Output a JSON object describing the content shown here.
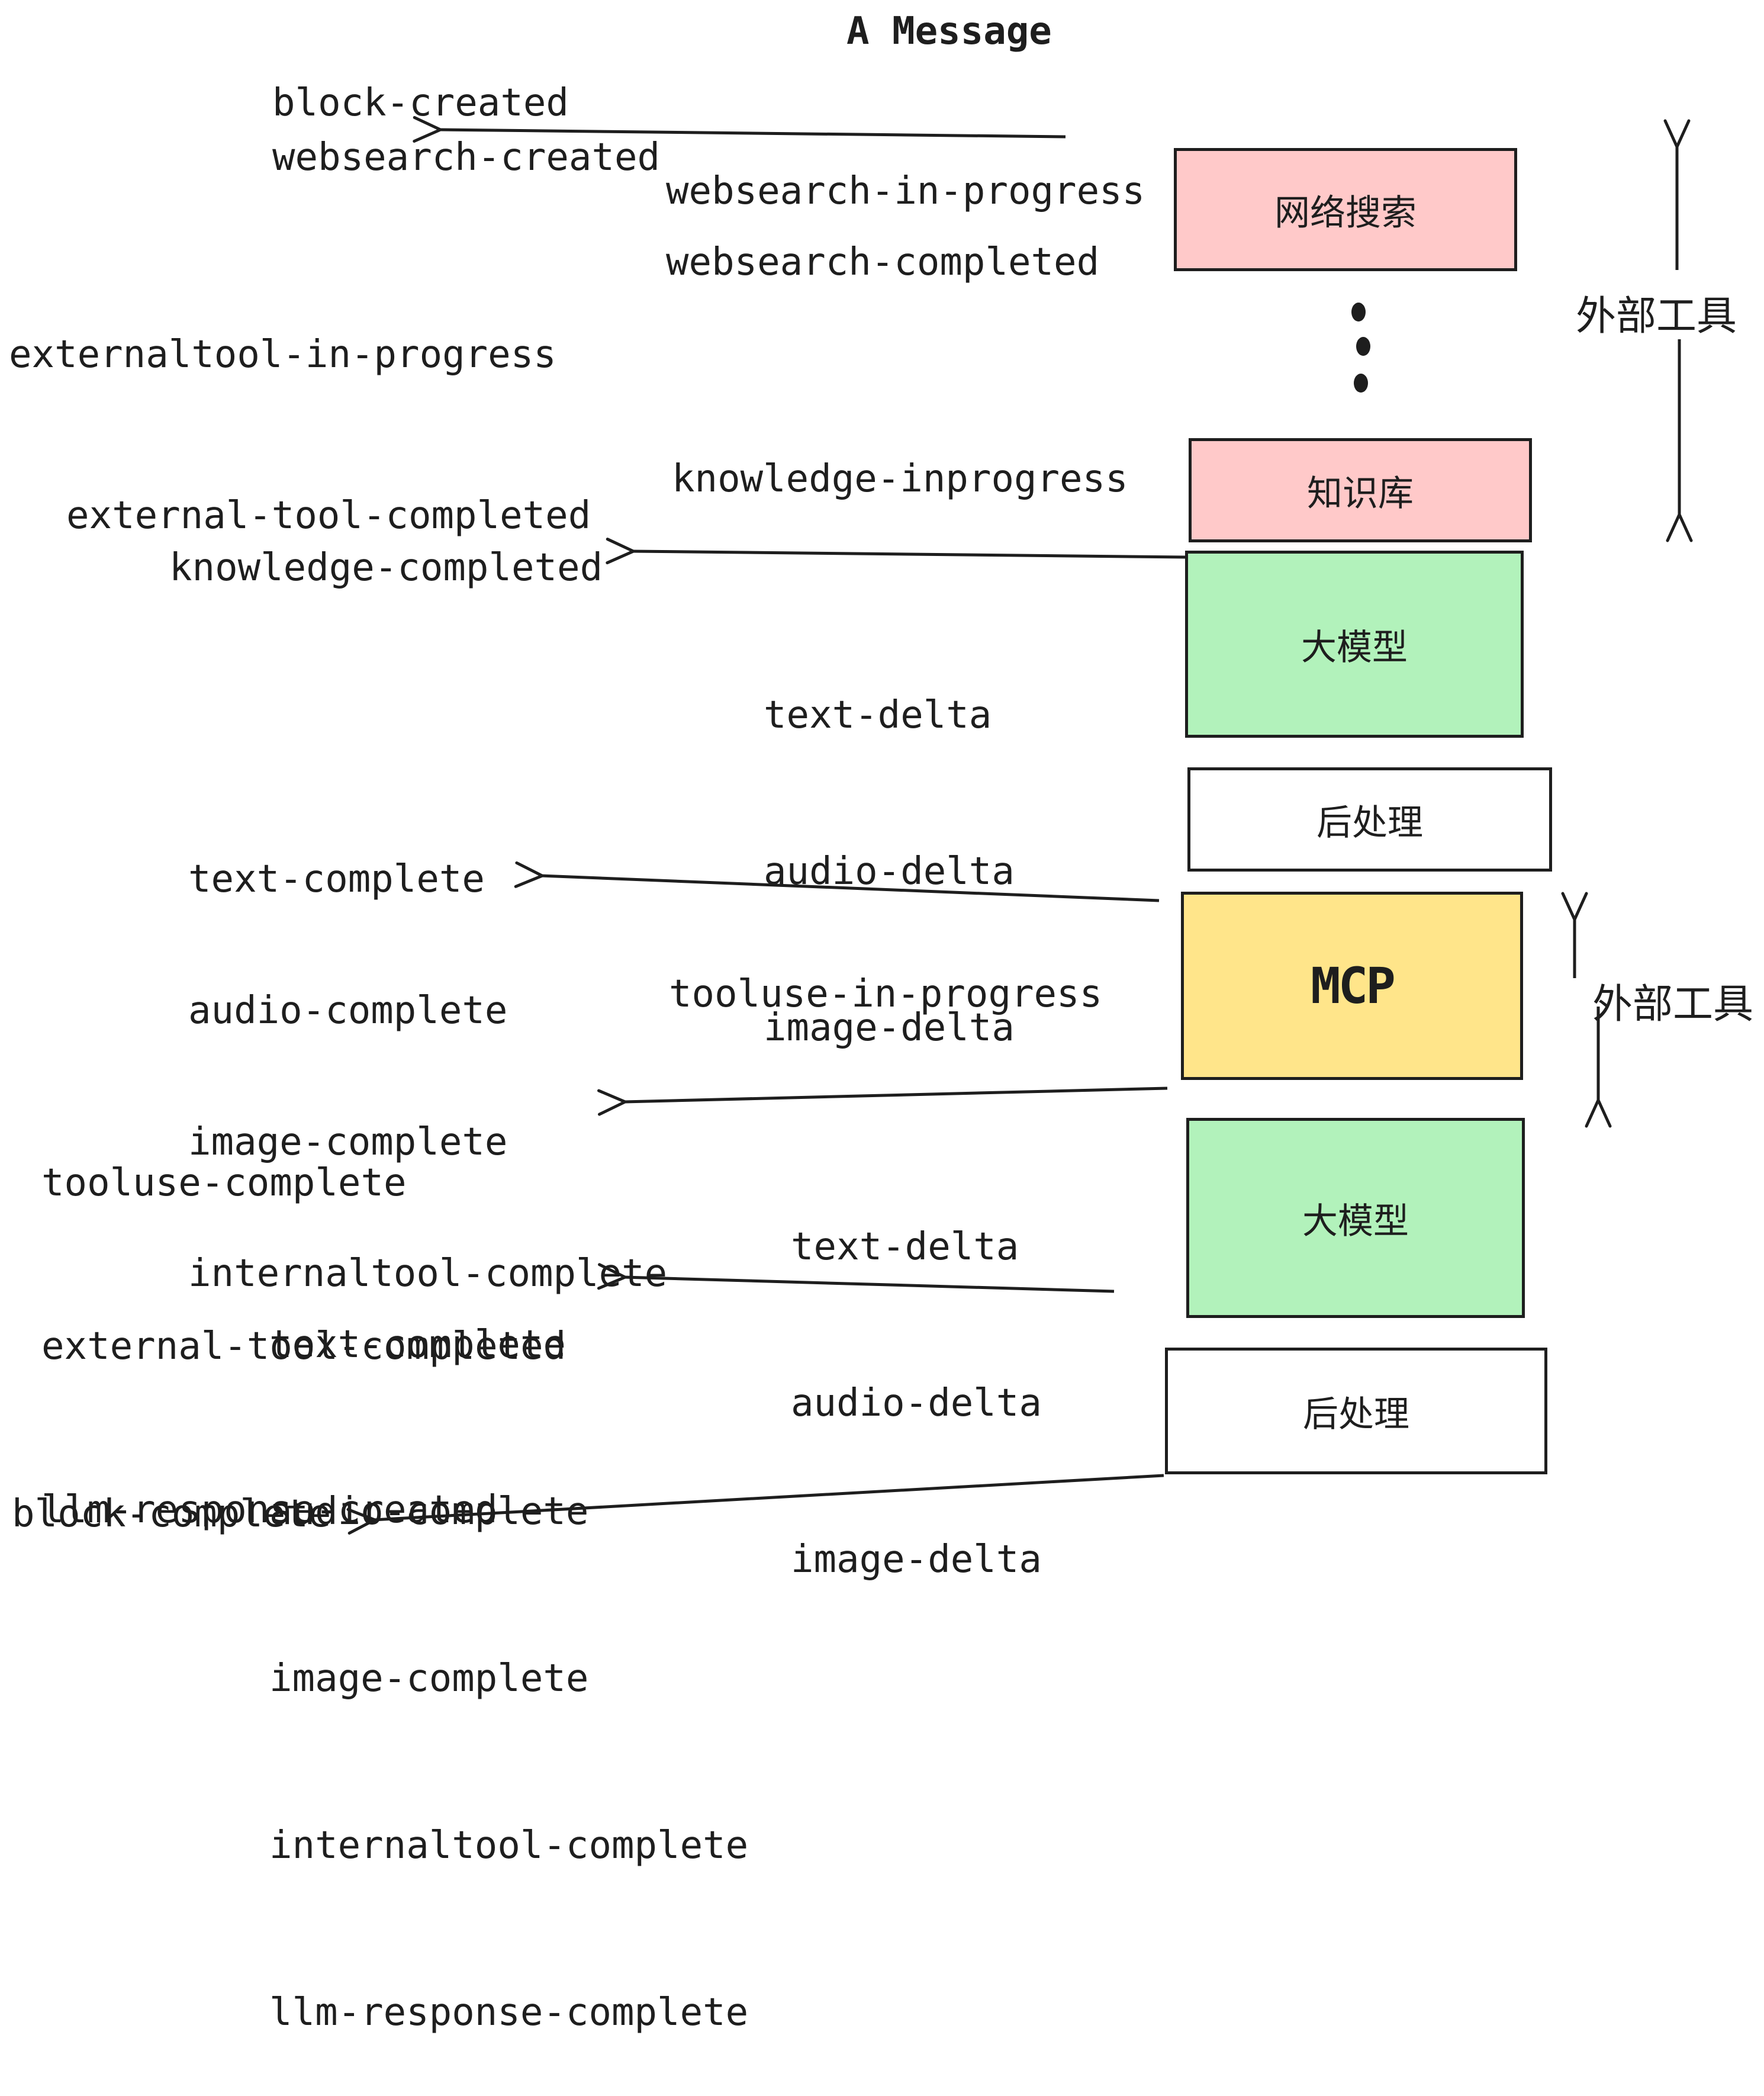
{
  "title": "A Message",
  "labels": {
    "block_created": "block-created",
    "websearch_created": "websearch-created",
    "websearch_in_progress": "websearch-in-progress",
    "websearch_completed": "websearch-completed",
    "externaltool_in_progress": "externaltool-in-progress",
    "knowledge_inprogress": "knowledge-inprogress",
    "external_tool_completed_1": "external-tool-completed",
    "knowledge_completed": "knowledge-completed",
    "delta_set_1": [
      "text-delta",
      "audio-delta",
      "image-delta"
    ],
    "complete_set_1": [
      "text-complete",
      "audio-complete",
      "image-complete",
      "internaltool-complete"
    ],
    "tooluse_in_progress": "tooluse-in-progress",
    "tooluse_complete": "tooluse-complete",
    "external_tool_completed_2": "external-tool-completed",
    "llm_response_created": "llm-response-created",
    "delta_set_2": [
      "text-delta",
      "audio-delta",
      "image-delta"
    ],
    "complete_set_2": [
      "text-complete",
      "audio-complete",
      "image-complete",
      "internaltool-complete",
      "llm-response-complete"
    ],
    "block_complete": "block-complete"
  },
  "boxes": {
    "websearch": "网络搜索",
    "knowledge": "知识库",
    "llm_1": "大模型",
    "postprocess_1": "后处理",
    "mcp": "MCP",
    "llm_2": "大模型",
    "postprocess_2": "后处理"
  },
  "side_labels": {
    "external_tools_top": "外部工具",
    "external_tools_mcp": "外部工具"
  },
  "colors": {
    "pink": "#ffc9c9",
    "green": "#b2f2bb",
    "yellow": "#ffe58a",
    "white": "#ffffff",
    "line": "#1e1e1e"
  }
}
